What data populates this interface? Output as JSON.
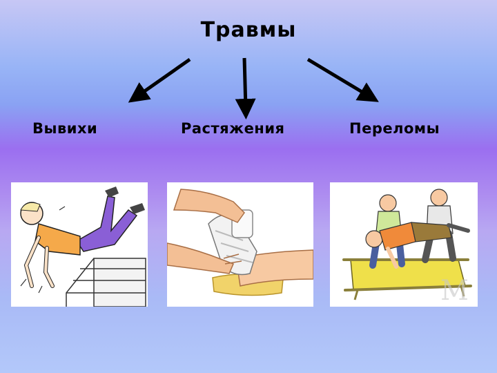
{
  "title": "Травмы",
  "categories": [
    {
      "label": "Вывихи",
      "image": "person-falling-down-stairs-illustration"
    },
    {
      "label": "Растяжения",
      "image": "ankle-bandaging-illustration"
    },
    {
      "label": "Переломы",
      "image": "stretcher-transport-illustration"
    }
  ]
}
